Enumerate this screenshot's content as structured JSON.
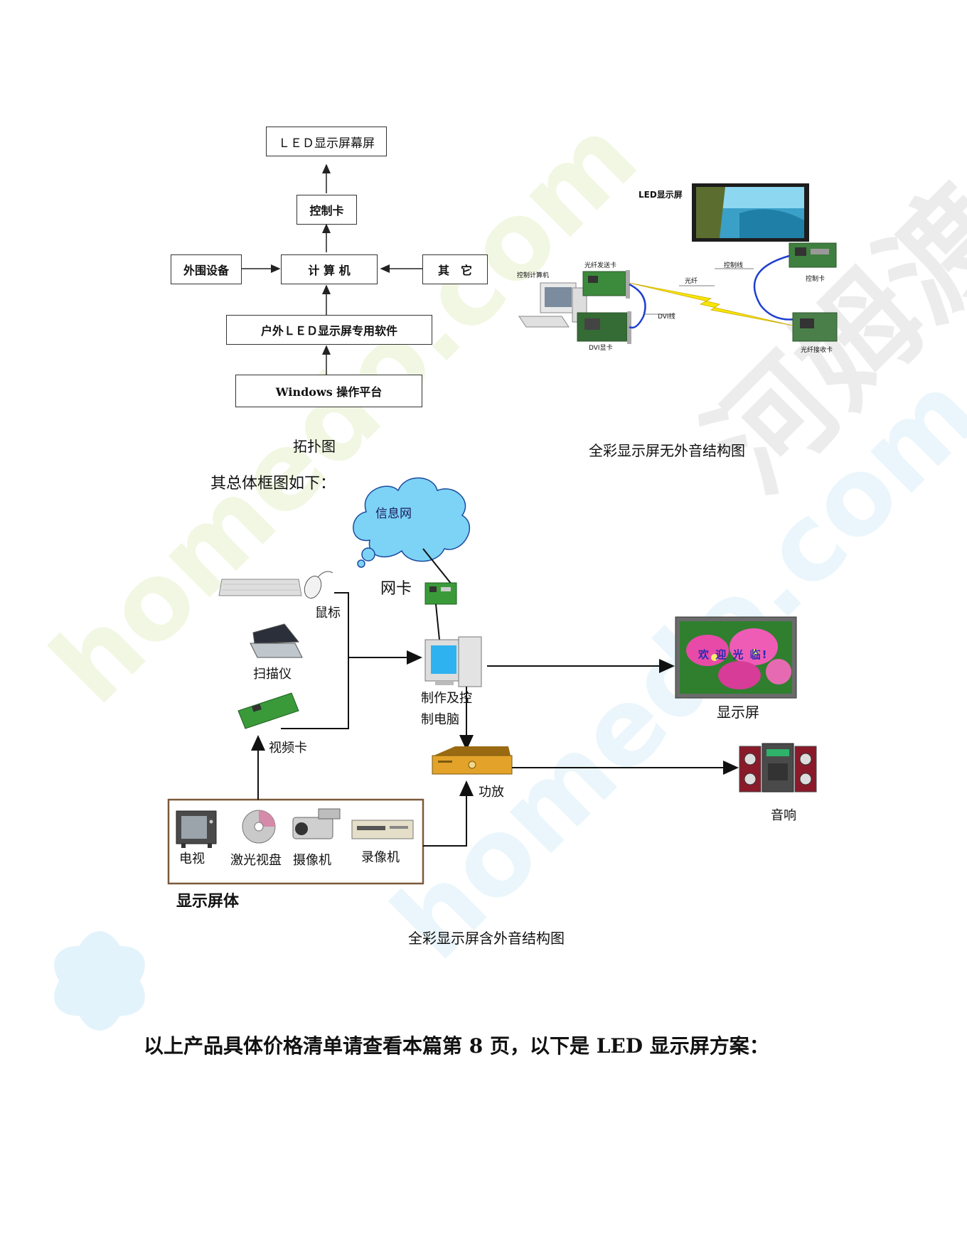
{
  "topology": {
    "boxes": {
      "led_screen": "ＬＥＤ显示屏幕屏",
      "control_card": "控制卡",
      "peripherals": "外围设备",
      "computer": "计 算 机",
      "others": "其　它",
      "software": "户外ＬＥＤ显示屏专用软件",
      "windows": "Windows 操作平台"
    },
    "caption": "拓扑图"
  },
  "no_audio_diagram": {
    "labels": {
      "led_screen": "LED显示屏",
      "control_line": "控制线",
      "control_card": "控制卡",
      "control_computer": "控制计算机",
      "fiber_send_card": "光纤发送卡",
      "fiber": "光纤",
      "dvi_line": "DVI线",
      "dvi_card": "DVI显卡",
      "fiber_receive_card": "光纤接收卡"
    },
    "caption": "全彩显示屏无外音结构图"
  },
  "intro_text": "其总体框图如下：",
  "overall_diagram": {
    "labels": {
      "info_network": "信息网",
      "network_card": "网卡",
      "mouse": "鼠标",
      "scanner": "扫描仪",
      "video_card": "视频卡",
      "computer_line1": "制作及控",
      "computer_line2": "制电脑",
      "display": "显示屏",
      "display_text": "欢 迎 光 临!",
      "amplifier": "功放",
      "speaker": "音响",
      "tv": "电视",
      "laser_disc": "激光视盘",
      "camera": "摄像机",
      "recorder": "录像机",
      "source_group": "显示屏体"
    },
    "caption": "全彩显示屏含外音结构图"
  },
  "footer_text": "以上产品具体价格清单请查看本篇第 8 页，以下是 LED 显示屏方案：",
  "watermarks": {
    "brand": "homedo.com",
    "chinese": "河姆渡"
  },
  "colors": {
    "cloud": "#7dd3f5",
    "watermark_green": "#eef6dc",
    "watermark_blue": "#e4f4fa",
    "group_border": "#7a5a3a"
  }
}
